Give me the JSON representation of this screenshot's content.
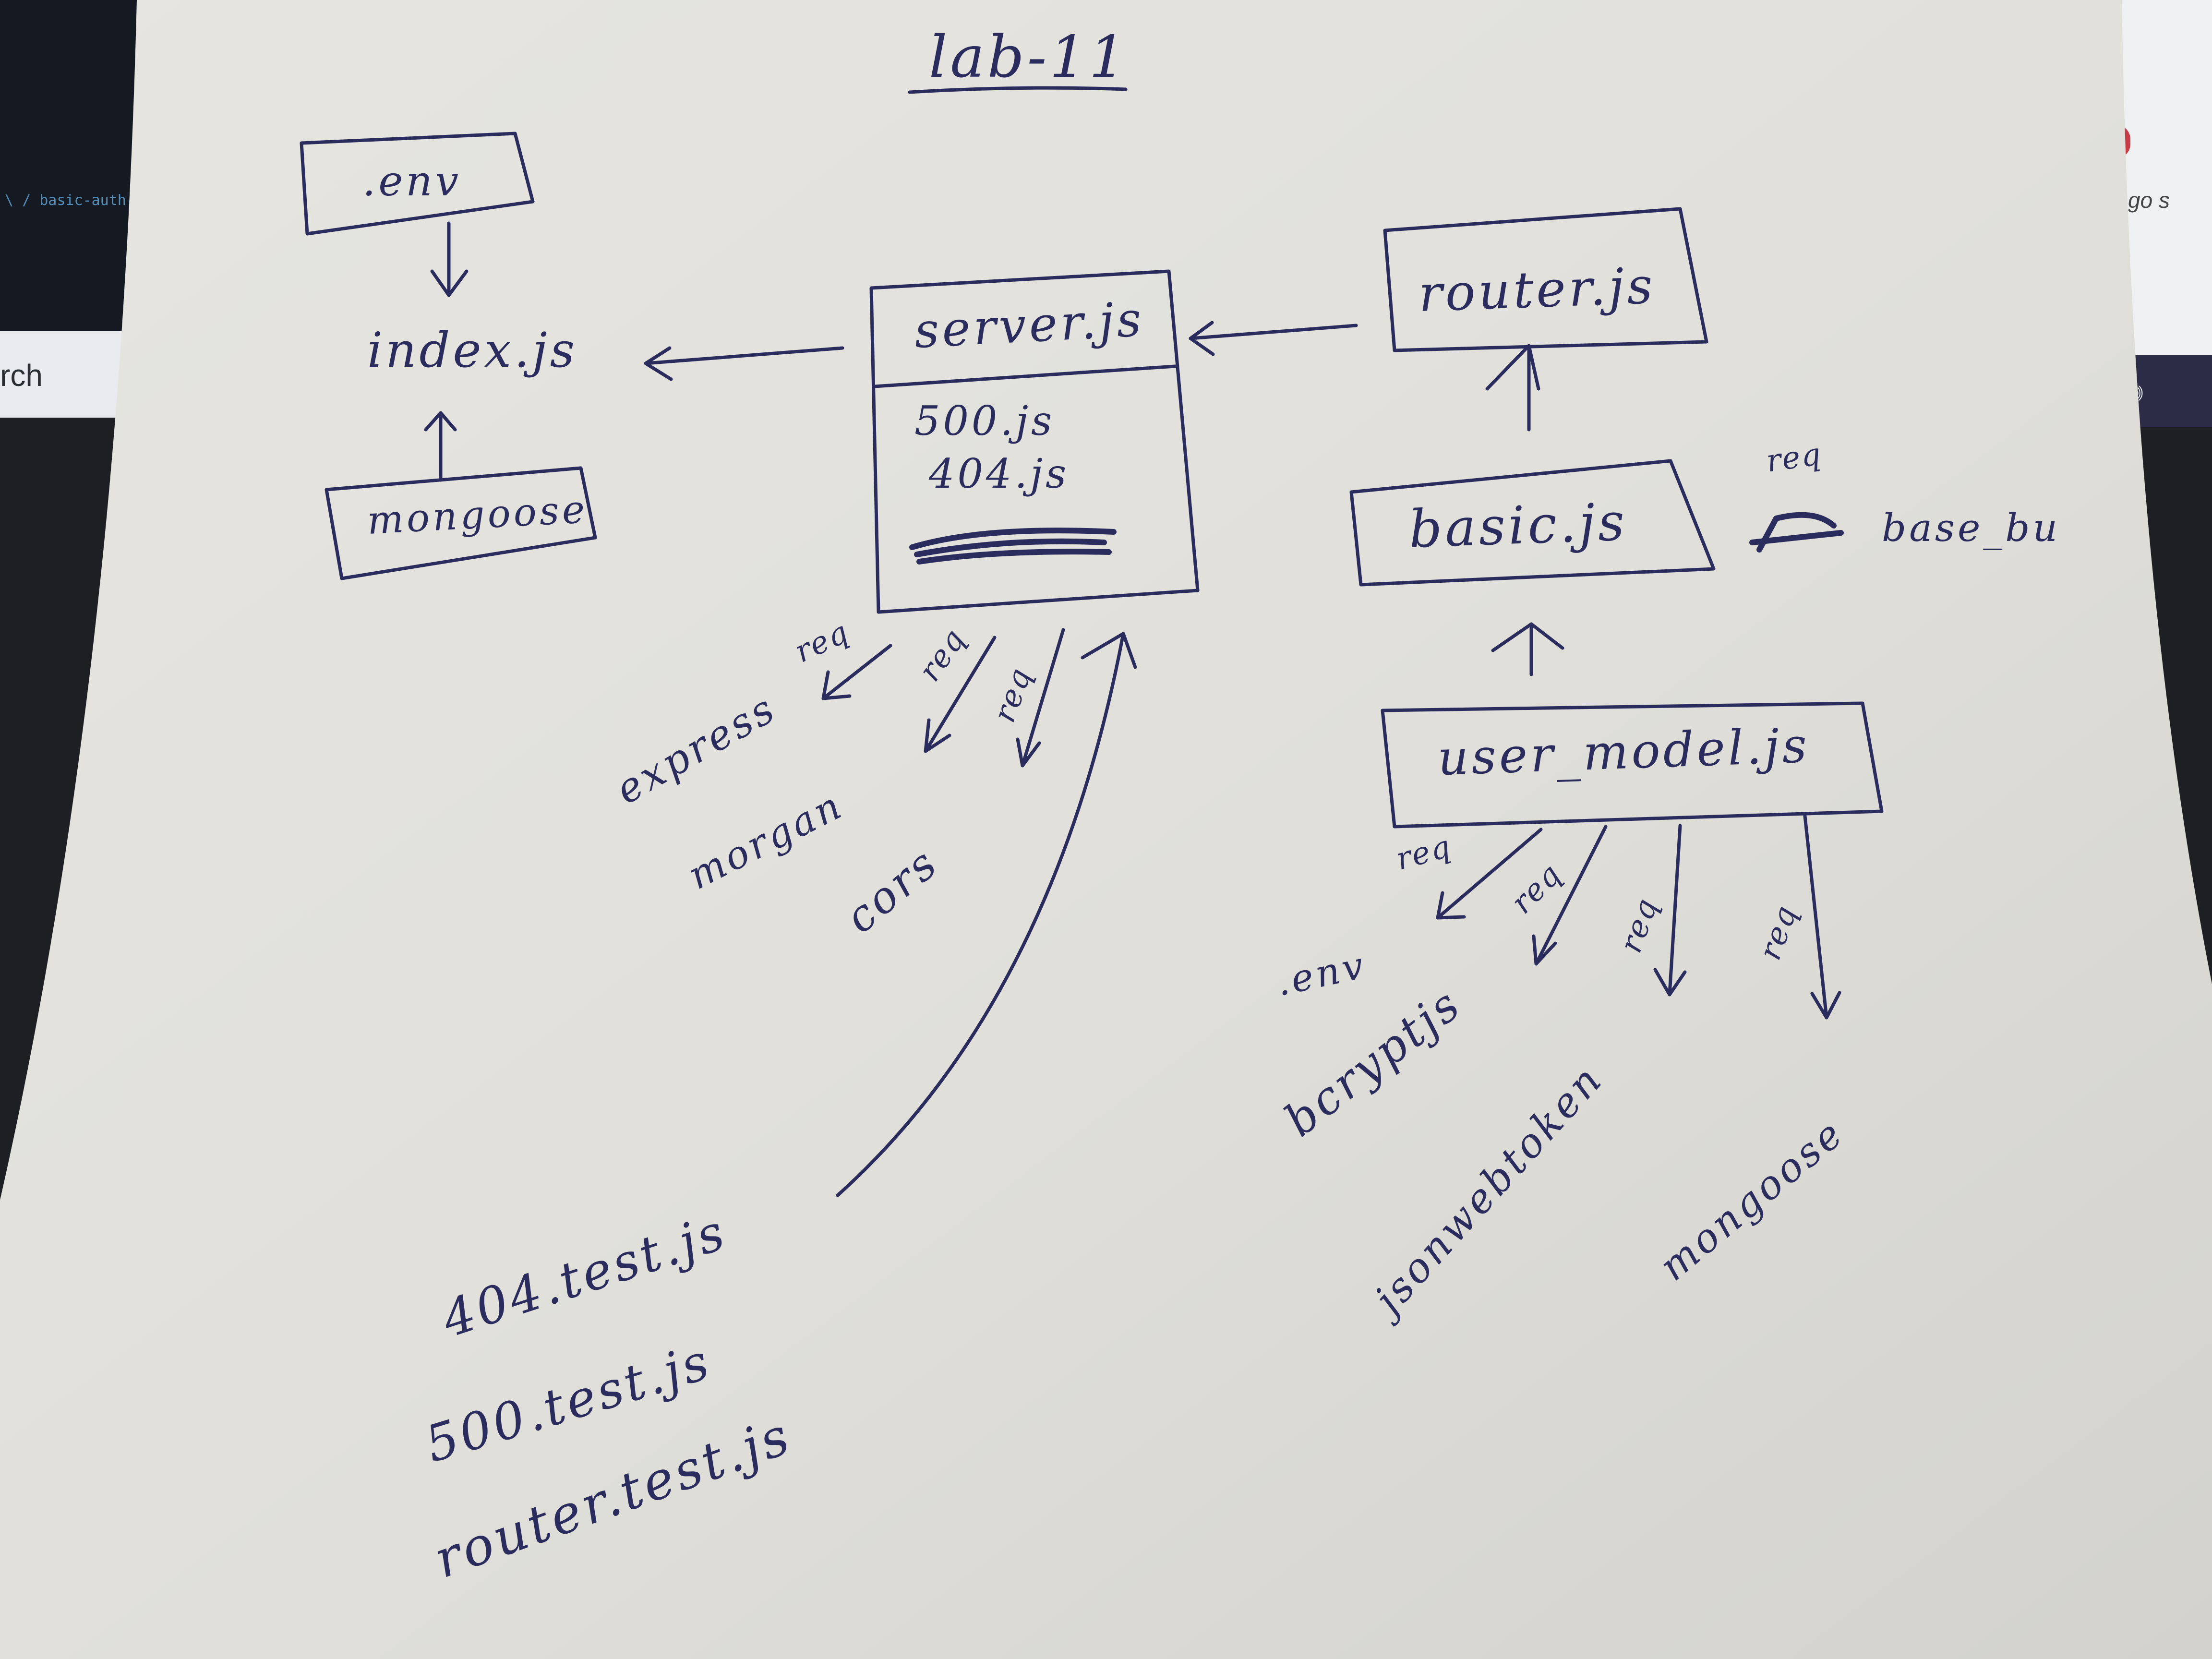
{
  "background": {
    "left_screen": {
      "search_label": "rch",
      "path_text": "\\ / basic-auth-"
    },
    "right_screen": {
      "text": "go s"
    }
  },
  "diagram": {
    "title": "lab-11",
    "boxes": {
      "env": ".env",
      "mongoose": "mongoose",
      "server": "server.js",
      "server_contents": [
        "500.js",
        "404.js"
      ],
      "router": "router.js",
      "basic": "basic.js",
      "user_model": "user_model.js"
    },
    "labels": {
      "index": "index.js",
      "base_bu": "base_bu",
      "req": "req"
    },
    "server_deps": [
      "express",
      "morgan",
      "cors"
    ],
    "user_model_deps": [
      ".env",
      "bcryptjs",
      "jsonwebtoken",
      "mongoose"
    ],
    "tests": [
      "404.test.js",
      "500.test.js",
      "router.test.js"
    ]
  },
  "colors": {
    "ink": "#2b2c5e",
    "paper": "#e2e1db",
    "desk": "#1d1f22"
  }
}
